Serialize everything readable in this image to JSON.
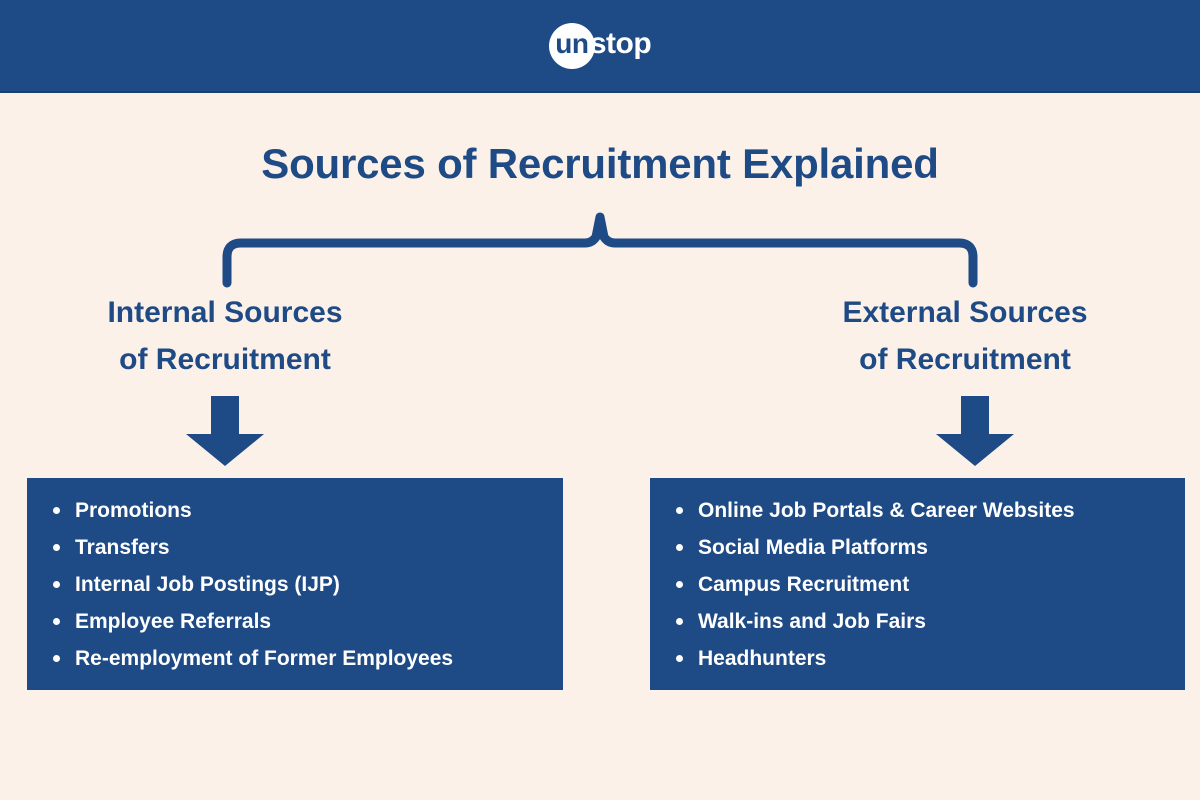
{
  "header": {
    "brand_mark_text": "un",
    "brand_rest_text": "stop",
    "brand_full_name": "unstop",
    "background_color": "#1E4A85"
  },
  "title": "Sources of Recruitment Explained",
  "colors": {
    "brand_blue": "#1E4A85",
    "background_cream": "#FBF1E9",
    "text_white": "#FFFFFF"
  },
  "branches": {
    "left": {
      "heading_line1": "Internal Sources",
      "heading_line2": "of Recruitment",
      "items": [
        "Promotions",
        "Transfers",
        "Internal Job Postings (IJP)",
        "Employee Referrals",
        "Re-employment of Former Employees"
      ]
    },
    "right": {
      "heading_line1": "External Sources",
      "heading_line2": "of Recruitment",
      "items": [
        "Online Job Portals & Career Websites",
        "Social Media Platforms",
        "Campus Recruitment",
        "Walk-ins and Job Fairs",
        "Headhunters"
      ]
    }
  }
}
